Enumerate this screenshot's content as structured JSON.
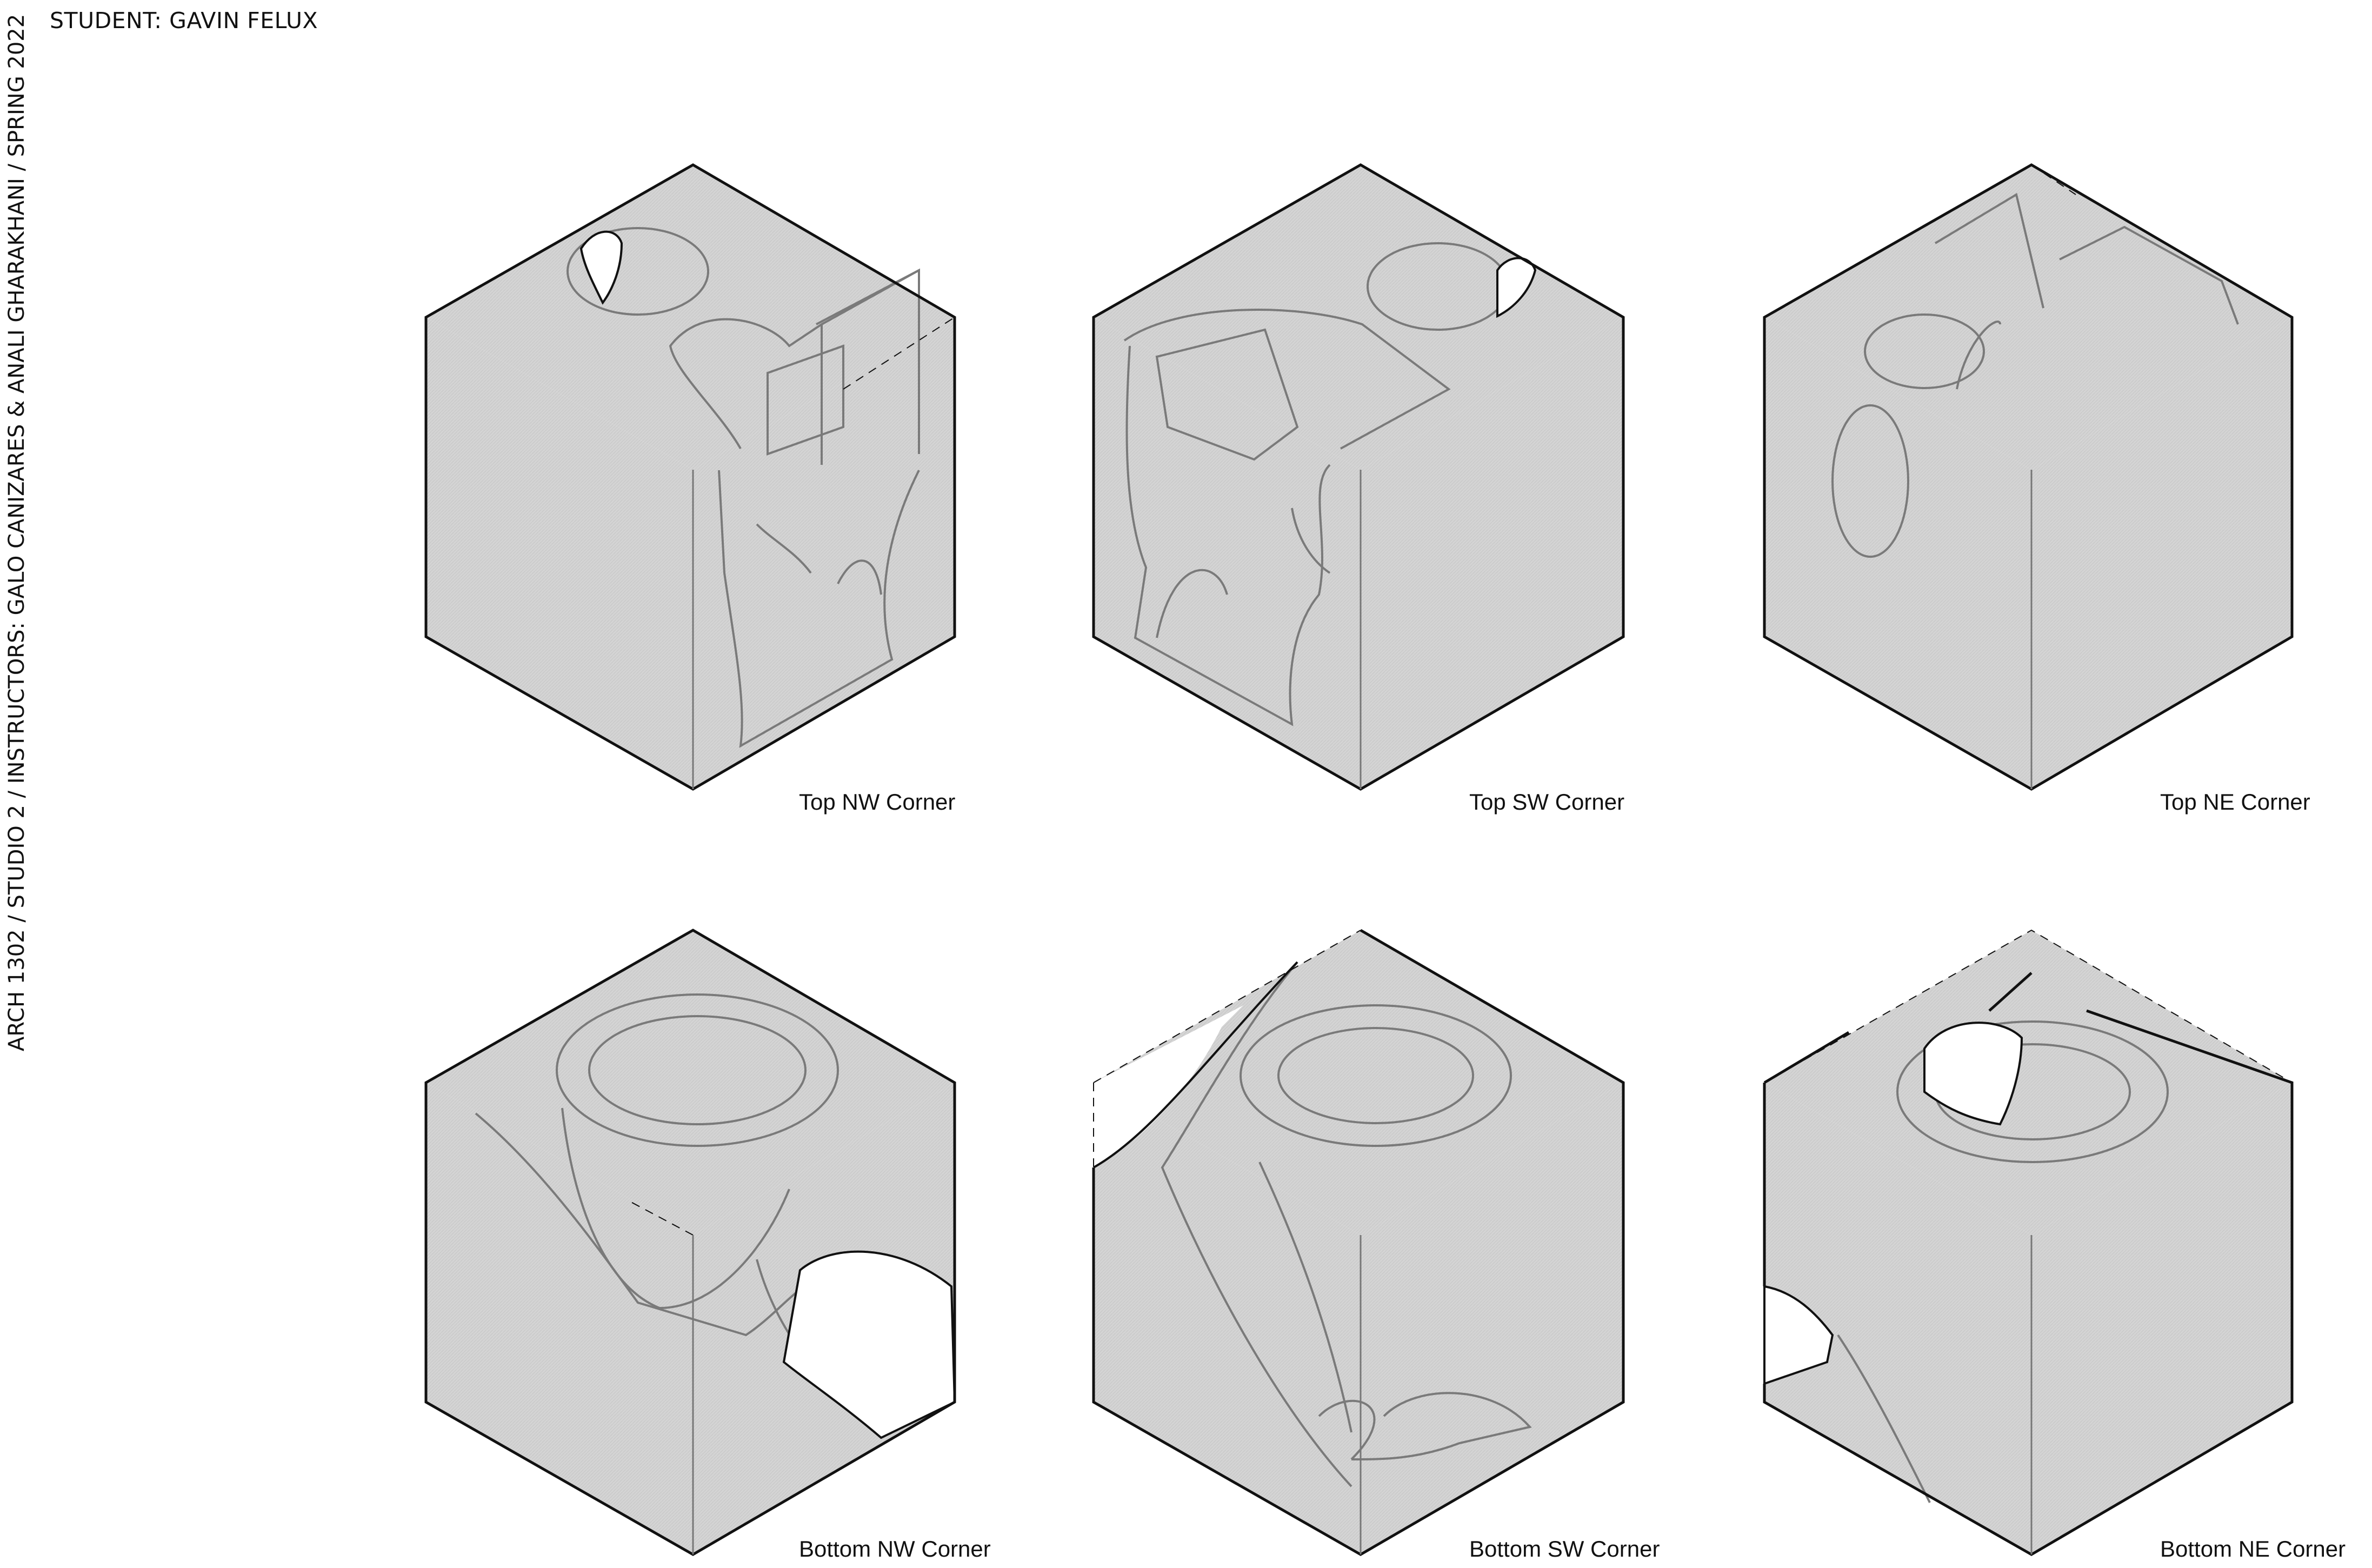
{
  "header": {
    "student": "STUDENT: GAVIN FELUX"
  },
  "sidebar": {
    "course": "ARCH 1302 / STUDIO 2 / INSTRUCTORS: GALO CANIZARES & ANALI GHARAKHANI / SPRING 2022"
  },
  "captions": {
    "top_nw": "Top NW Corner",
    "top_sw": "Top SW Corner",
    "top_ne": "Top NE Corner",
    "bottom_nw": "Bottom NW Corner",
    "bottom_sw": "Bottom SW Corner",
    "bottom_ne": "Bottom NE Corner"
  },
  "colors": {
    "cube_face": "#d4d4d4",
    "edge": "#111111",
    "detail": "#7a7a7a",
    "background": "#ffffff"
  }
}
